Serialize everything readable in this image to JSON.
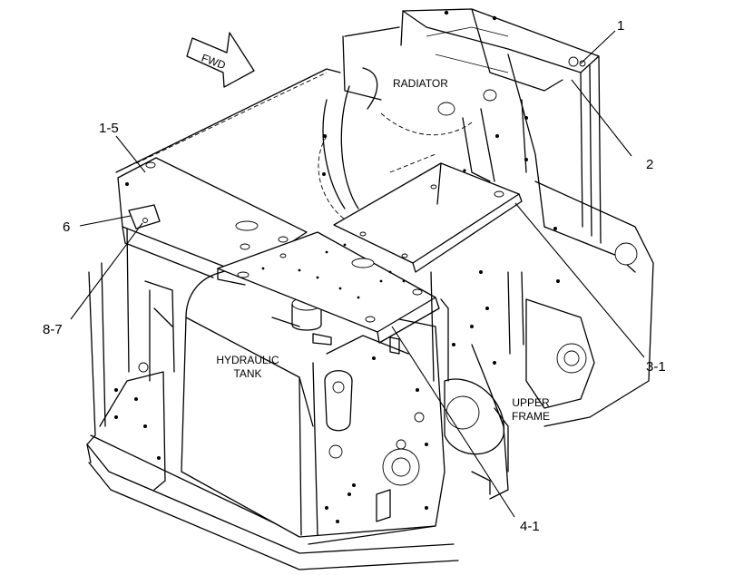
{
  "direction_arrow": {
    "text": "FWD"
  },
  "component_labels": {
    "radiator": "RADIATOR",
    "hydraulic_tank": [
      "HYDRAULIC",
      "TANK"
    ],
    "upper_frame": [
      "UPPER",
      "FRAME"
    ]
  },
  "callouts": {
    "c1": "1",
    "c1_5": "1-5",
    "c2": "2",
    "c6": "6",
    "c8_7": "8-7",
    "c3_1": "3-1",
    "c4_1": "4-1"
  }
}
